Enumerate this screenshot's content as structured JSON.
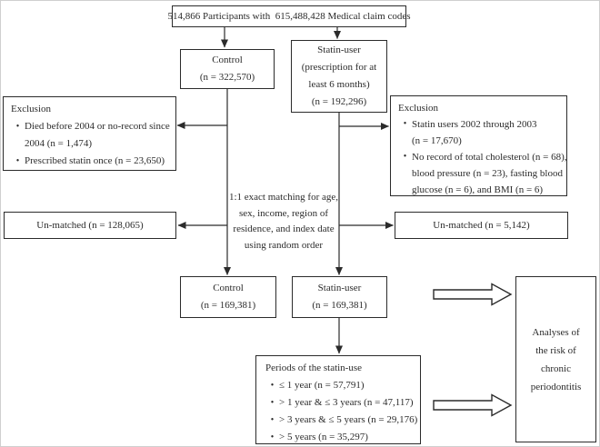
{
  "bullet_char": "•",
  "colors": {
    "border": "#2b2b2b",
    "text": "#2b2b2b",
    "background": "#ffffff",
    "frame": "#cfcfcf"
  },
  "nodes": {
    "top": {
      "text": "514,866 Participants with  615,488,428 Medical claim codes"
    },
    "control_initial": {
      "lines": [
        "Control",
        "(n = 322,570)"
      ]
    },
    "statin_initial": {
      "lines": [
        "Statin-user",
        "(prescription for at",
        "least 6 months)",
        "(n = 192,296)"
      ]
    },
    "exclusion_left": {
      "title": "Exclusion",
      "items": [
        {
          "lines": [
            "Died before 2004 or no-record since",
            "2004 (n = 1,474)"
          ]
        },
        {
          "lines": [
            "Prescribed statin once (n = 23,650)"
          ]
        }
      ]
    },
    "exclusion_right": {
      "title": "Exclusion",
      "items": [
        {
          "lines": [
            "Statin users 2002 through 2003",
            "(n = 17,670)"
          ]
        },
        {
          "lines": [
            "No record of total cholesterol (n = 68),",
            "blood pressure (n = 23), fasting blood",
            "glucose (n = 6), and BMI (n = 6)"
          ]
        }
      ]
    },
    "unmatched_left": {
      "text": "Un-matched (n = 128,065)"
    },
    "unmatched_right": {
      "text": "Un-matched (n = 5,142)"
    },
    "matching_note": {
      "lines": [
        "1:1 exact matching for age,",
        "sex, income, region of",
        "residence, and index date",
        "using random order"
      ]
    },
    "control_matched": {
      "lines": [
        "Control",
        "(n = 169,381)"
      ]
    },
    "statin_matched": {
      "lines": [
        "Statin-user",
        "(n = 169,381)"
      ]
    },
    "periods": {
      "title": "Periods of the statin-use",
      "items": [
        {
          "lines": [
            "≤ 1 year (n = 57,791)"
          ]
        },
        {
          "lines": [
            "> 1 year & ≤ 3 years (n = 47,117)"
          ]
        },
        {
          "lines": [
            "> 3 years & ≤ 5 years (n = 29,176)"
          ]
        },
        {
          "lines": [
            "> 5 years (n = 35,297)"
          ]
        }
      ]
    },
    "analyses": {
      "lines": [
        "Analyses of",
        "the risk of",
        "chronic",
        "periodontitis"
      ]
    }
  }
}
